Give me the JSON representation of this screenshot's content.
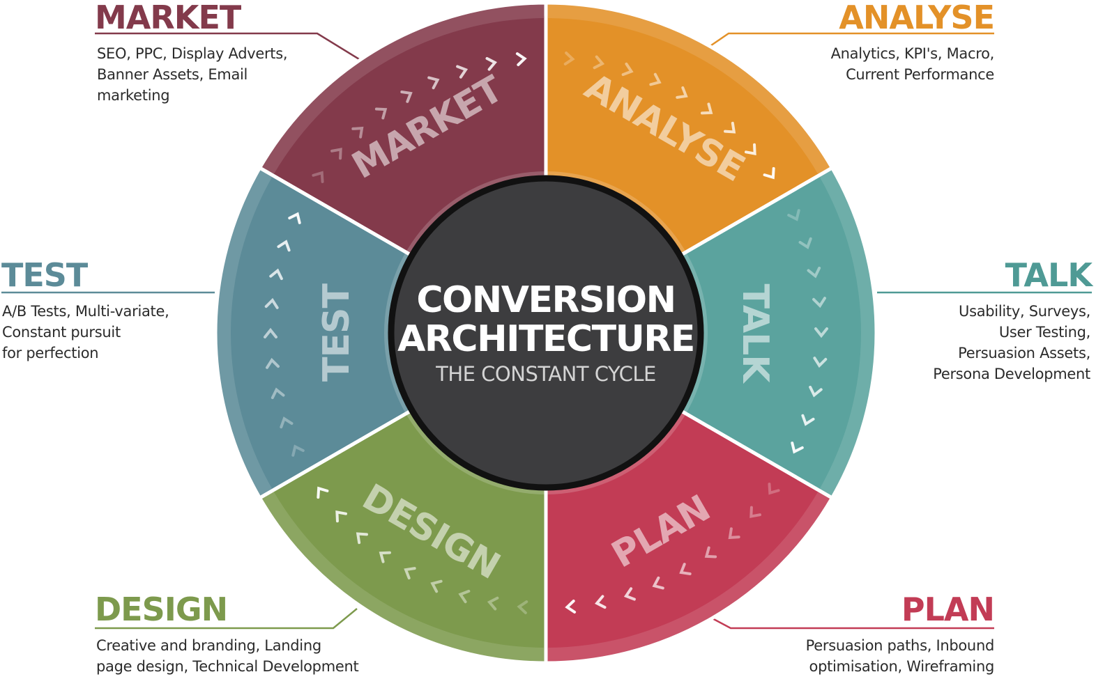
{
  "center": {
    "title_line1": "CONVERSION",
    "title_line2": "ARCHITECTURE",
    "subtitle": "THE CONSTANT CYCLE"
  },
  "segments": [
    {
      "key": "market",
      "label": "MARKET",
      "color": "#833a4b",
      "chevron_icon": "chevron-icon"
    },
    {
      "key": "analyse",
      "label": "ANALYSE",
      "color": "#e39128",
      "chevron_icon": "chevron-icon"
    },
    {
      "key": "talk",
      "label": "TALK",
      "color": "#5ba39e",
      "chevron_icon": "chevron-icon"
    },
    {
      "key": "plan",
      "label": "PLAN",
      "color": "#c23c55",
      "chevron_icon": "chevron-icon"
    },
    {
      "key": "design",
      "label": "DESIGN",
      "color": "#7d9a4d",
      "chevron_icon": "chevron-icon"
    },
    {
      "key": "test",
      "label": "TEST",
      "color": "#5c8b98",
      "chevron_icon": "chevron-icon"
    }
  ],
  "callouts": {
    "market": {
      "title": "MARKET",
      "color": "#833a4b",
      "lines": [
        "SEO, PPC, Display Adverts,",
        "Banner Assets, Email",
        "marketing"
      ]
    },
    "analyse": {
      "title": "ANALYSE",
      "color": "#e39128",
      "lines": [
        "Analytics, KPI's, Macro,",
        "Current Performance"
      ]
    },
    "talk": {
      "title": "TALK",
      "color": "#4f9a95",
      "lines": [
        "Usability, Surveys,",
        "User Testing,",
        "Persuasion Assets,",
        "Persona Development"
      ]
    },
    "plan": {
      "title": "PLAN",
      "color": "#c23c55",
      "lines": [
        "Persuasion paths, Inbound",
        "optimisation, Wireframing"
      ]
    },
    "design": {
      "title": "DESIGN",
      "color": "#7d9a4d",
      "lines": [
        "Creative and branding, Landing",
        "page design, Technical Development"
      ]
    },
    "test": {
      "title": "TEST",
      "color": "#5c8b98",
      "lines": [
        "A/B Tests, Multi-variate,",
        "Constant pursuit",
        "for perfection"
      ]
    }
  }
}
